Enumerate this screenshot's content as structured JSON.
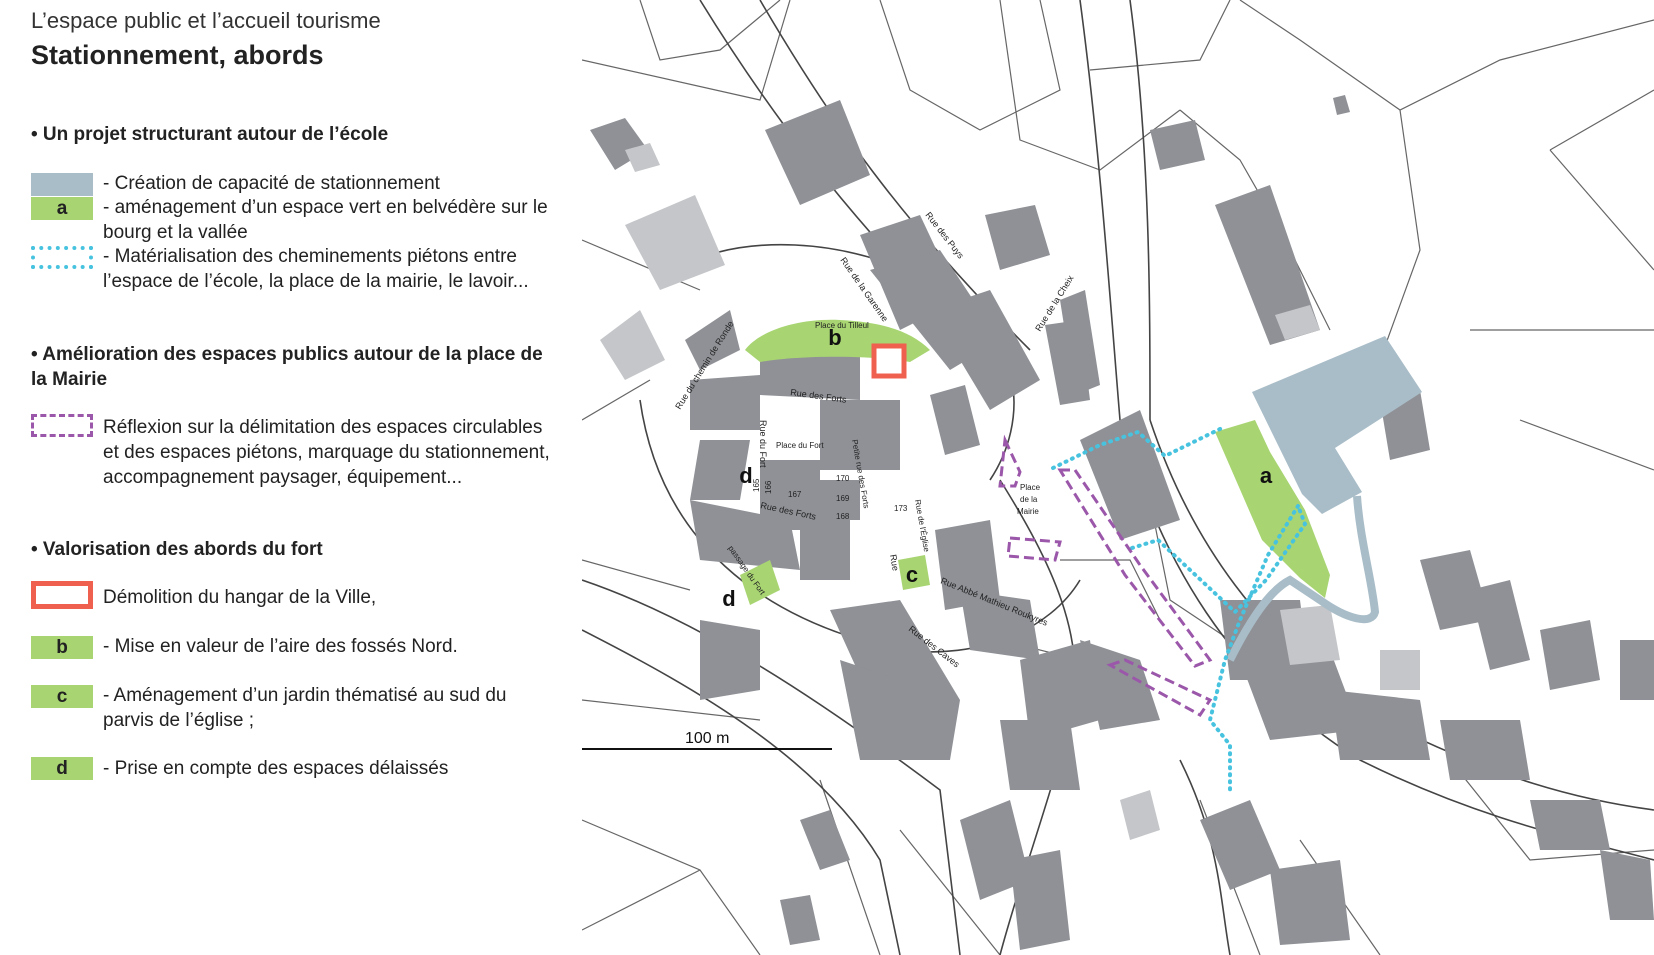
{
  "header": {
    "subtitle": "L’espace public et l’accueil tourisme",
    "title": "Stationnement, abords"
  },
  "sections": [
    {
      "heading": "• Un projet structurant autour de l’école"
    },
    {
      "heading": "• Amélioration des espaces publics autour de la place de la Mairie"
    },
    {
      "heading": "• Valorisation des abords du fort"
    }
  ],
  "legend_items": [
    {
      "key": "",
      "text": "- Création de capacité de stationnement"
    },
    {
      "key": "a",
      "text": "- aménagement d’un espace vert en belvédère sur le bourg et la vallée"
    },
    {
      "key": "",
      "text": "- Matérialisation des cheminements piétons entre l’espace de l’école, la place de la mairie, le lavoir..."
    },
    {
      "key": "",
      "text": "Réflexion sur la délimitation des espaces circulables et des espaces piétons, marquage du stationnement, accompagnement paysager, équipement..."
    },
    {
      "key": "",
      "text": "Démolition du hangar de la Ville,"
    },
    {
      "key": "b",
      "text": "- Mise en valeur de l’aire des fossés Nord."
    },
    {
      "key": "c",
      "text": "- Aménagement d’un jardin thématisé au sud du parvis de l’église ;"
    },
    {
      "key": "d",
      "text": "- Prise en compte des espaces délaissés"
    }
  ],
  "colors": {
    "parking": "#a9bdc8",
    "green_space": "#a8d572",
    "pedestrian_path": "#48c3df",
    "reflection_zone": "#9b57a9",
    "demolition": "#f0604f",
    "building": "#8f9196",
    "building_light": "#c4c6c9"
  },
  "map": {
    "scale_label": "100 m",
    "zone_labels": {
      "a": "a",
      "b": "b",
      "c": "c",
      "d1": "d",
      "d2": "d"
    },
    "streets": {
      "rue_des_puys": "Rue des Puys",
      "rue_de_la_garenne": "Rue de la Garenne",
      "rue_du_chemin_de_ronde": "Rue du chemin de Ronde",
      "rue_des_forts_1": "Rue des Forts",
      "rue_des_forts_2": "Rue des Forts",
      "rue_du_fort": "Rue du Fort",
      "petite_rue_des_forts": "Petite rue des Forts",
      "rue_de_l_eglise": "Rue de l'Église",
      "rue_des_caves": "Rue des Caves",
      "rue_abbe_mathieu": "Rue Abbé Mathieu Roukyres",
      "passage_du_fort": "passage du Fort",
      "rue_de_la_cheix": "Rue de la Cheix",
      "rue_pont": "Rue"
    },
    "places": {
      "tilleul": "Place du Tilleul",
      "fort": "Place du Fort",
      "mairie_1": "Place",
      "mairie_2": "de la",
      "mairie_3": "Mairie"
    },
    "parcels": [
      "165",
      "166",
      "167",
      "170",
      "169",
      "168",
      "173"
    ]
  }
}
